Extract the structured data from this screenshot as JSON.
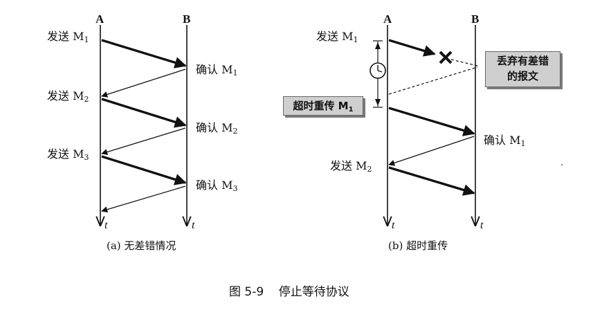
{
  "diagram_a": {
    "node_a": "A",
    "node_b": "B",
    "time_a": "t",
    "time_b": "t",
    "send_1_text": "发送 M",
    "send_1_sub": "1",
    "ack_1_text": "确认 M",
    "ack_1_sub": "1",
    "send_2_text": "发送 M",
    "send_2_sub": "2",
    "ack_2_text": "确认 M",
    "ack_2_sub": "2",
    "send_3_text": "发送 M",
    "send_3_sub": "3",
    "ack_3_text": "确认 M",
    "ack_3_sub": "3",
    "caption": "(a) 无差错情况"
  },
  "diagram_b": {
    "node_a": "A",
    "node_b": "B",
    "time_a": "t",
    "time_b": "t",
    "send_1_text": "发送 M",
    "send_1_sub": "1",
    "discard_line1": "丢弃有差错",
    "discard_line2": "的报文",
    "retransmit_text": "超时重传 M",
    "retransmit_sub": "1",
    "ack_1_text": "确认 M",
    "ack_1_sub": "1",
    "send_2_text": "发送 M",
    "send_2_sub": "2",
    "caption": "(b) 超时重传"
  },
  "figure_caption": "图 5-9    停止等待协议",
  "icons": [
    "clock-icon",
    "error-cross-icon"
  ]
}
